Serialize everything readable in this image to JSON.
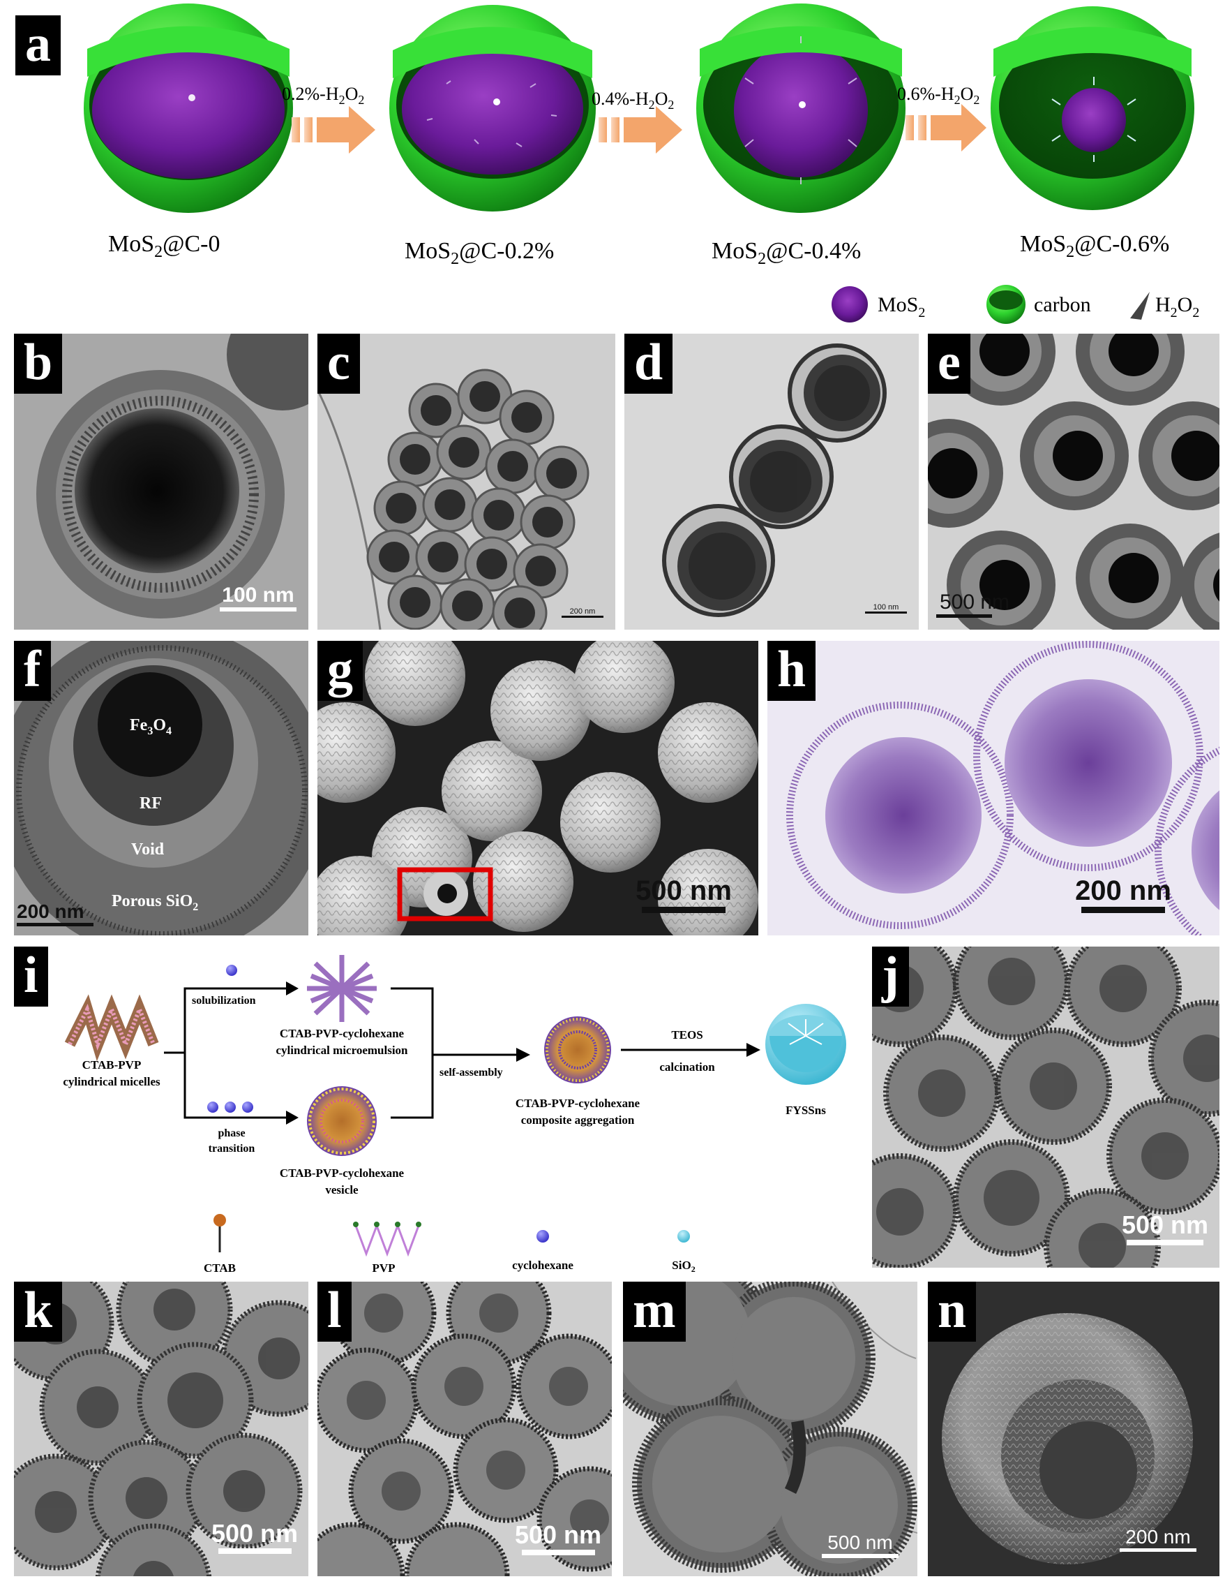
{
  "panel_labels": [
    "a",
    "b",
    "c",
    "d",
    "e",
    "f",
    "g",
    "h",
    "i",
    "j",
    "k",
    "l",
    "m",
    "n"
  ],
  "panel_a": {
    "labels": [
      "MoS",
      "@C-0",
      "MoS",
      "@C-0.2%",
      "MoS",
      "@C-0.4%",
      "MoS",
      "@C-0.6%"
    ],
    "arrows": [
      "0.2%-H",
      "O",
      "0.4%-H",
      "O",
      "0.6%-H",
      "O"
    ],
    "legend": [
      "MoS",
      "carbon",
      "H",
      "O"
    ],
    "subscript": "2"
  },
  "scalebars": {
    "b": "100 nm",
    "c": "200 nm",
    "d": "100 nm",
    "e": "500 nm",
    "f": "200 nm",
    "g": "500 nm",
    "h": "200 nm",
    "j": "500 nm",
    "k": "500 nm",
    "l": "500 nm",
    "m": "500 nm",
    "n": "200 nm"
  },
  "panel_f": {
    "layers": [
      "Fe",
      "O",
      "RF",
      "Void",
      "Porous SiO"
    ],
    "sub3": "3",
    "sub4": "4",
    "sub2": "2"
  },
  "panel_i": {
    "solubilization": "solubilization",
    "micro_1": "CTAB-PVP-cyclohexane",
    "micro_2": "cylindrical microemulsion",
    "micelles_1": "CTAB-PVP",
    "micelles_2": "cylindrical micelles",
    "phase_1": "phase",
    "phase_2": "transition",
    "vesicle_1": "CTAB-PVP-cyclohexane",
    "vesicle_2": "vesicle",
    "self_assembly": "self-assembly",
    "aggr_1": "CTAB-PVP-cyclohexane",
    "aggr_2": "composite aggregation",
    "teos": "TEOS",
    "calcination": "calcination",
    "product": "FYSSns",
    "legend": [
      "CTAB",
      "PVP",
      "cyclohexane",
      "SiO"
    ],
    "sio_sub": "2"
  },
  "colors": {
    "carbon": "#33dd33",
    "mos2": "#6a1b9a",
    "arrow": "#f4b183",
    "red_box": "#e00000",
    "h_stain": "#7a4fa8"
  }
}
